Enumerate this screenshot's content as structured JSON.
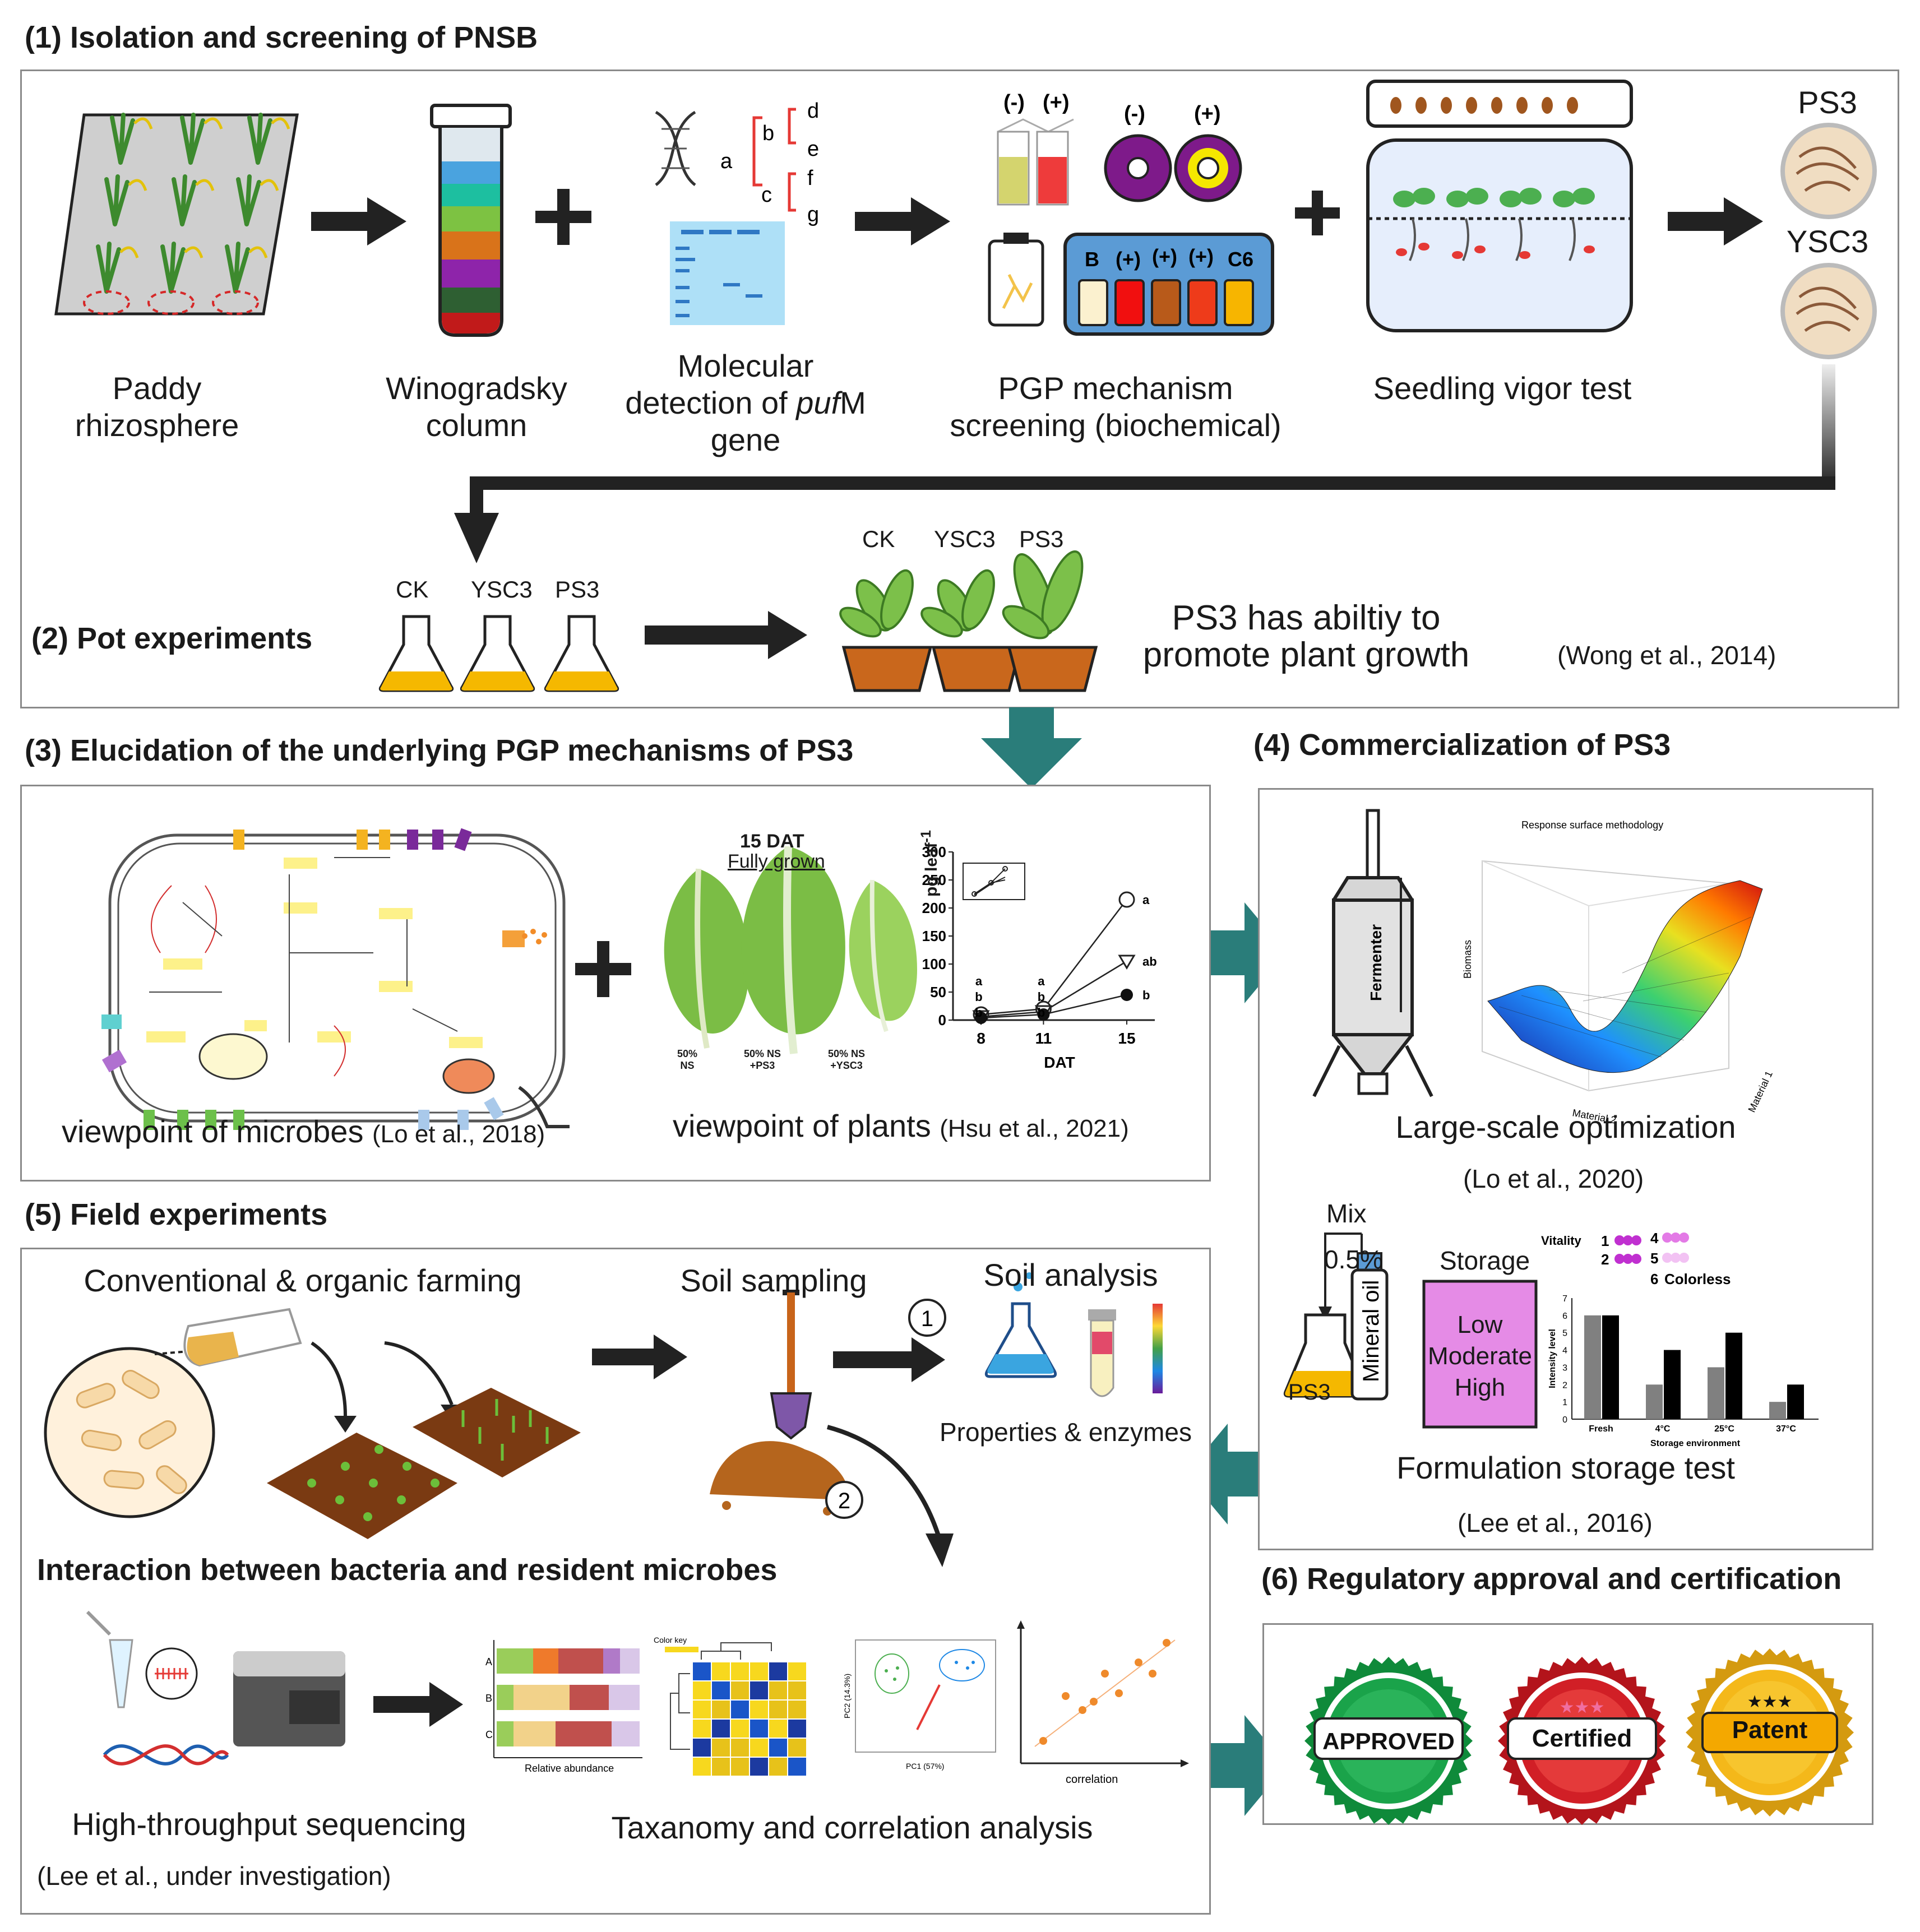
{
  "sections": {
    "s1": "(1) Isolation and screening of PNSB",
    "s2": "(2) Pot experiments",
    "s3": "(3) Elucidation of the underlying PGP mechanisms of PS3",
    "s4": "(4) Commercialization of PS3",
    "s5": "(5) Field experiments",
    "s6": "(6) Regulatory approval and certification"
  },
  "s1": {
    "paddy": [
      "Paddy",
      "rhizosphere"
    ],
    "wino": [
      "Winogradsky",
      "column"
    ],
    "molecular": {
      "l1": "Molecular",
      "l2a": "detection of ",
      "l2i": "puf",
      "l2b": "M",
      "l3": "gene"
    },
    "pgp": [
      "PGP mechanism",
      "screening (biochemical)"
    ],
    "seedling": "Seedling vigor test",
    "ps3": "PS3",
    "ysc3": "YSC3",
    "gene_letters": {
      "a": "a",
      "b": "b",
      "c": "c",
      "d": "d",
      "e": "e",
      "f": "f",
      "g": "g"
    },
    "signs": {
      "minus": "(-)",
      "plus": "(+)"
    },
    "plate": {
      "b": "B",
      "p1": "(+)",
      "p2": "(+)",
      "p3": "(+)",
      "c6": "C6"
    }
  },
  "s2": {
    "ck": "CK",
    "ysc3": "YSC3",
    "ps3": "PS3",
    "result": [
      "PS3 has abiltiy to",
      "promote plant growth"
    ],
    "cite": "(Wong et al., 2014)"
  },
  "s3": {
    "microbes": "viewpoint of microbes",
    "microbes_cite": "(Lo et al., 2018)",
    "plants": "viewpoint of plants",
    "plants_cite": "(Hsu et al., 2021)",
    "dat": "15 DAT",
    "fully": "Fully grown",
    "leaf1": [
      "50%",
      "NS"
    ],
    "leaf2": [
      "50% NS",
      "+PS3"
    ],
    "leaf3": [
      "50% NS",
      "+YSC3"
    ]
  },
  "s4": {
    "rsm_title": "Response surface methodology",
    "fermenter": "Fermenter",
    "large_scale": "Large-scale optimization",
    "cite1": "(Lo et al., 2020)",
    "mix": "Mix",
    "pct": "0.5%",
    "mineral": "Mineral oil",
    "ps3": "PS3",
    "storage": "Storage",
    "levels": [
      "Low",
      "Moderate",
      "High"
    ],
    "vitality": "Vitality",
    "colorless": "Colorless",
    "formulation": "Formulation storage test",
    "cite2": "(Lee et al., 2016)",
    "biomass": "Biomass",
    "material1": "Material 1",
    "material2": "Material 2"
  },
  "s5": {
    "farming": "Conventional & organic farming",
    "sampling": "Soil sampling",
    "analysis": "Soil analysis",
    "props": "Properties & enzymes",
    "n1": "1",
    "n2": "2",
    "interaction": "Interaction between bacteria and resident microbes",
    "hts": "High-throughput sequencing",
    "taxa": "Taxanomy and correlation analysis",
    "cite": "(Lee et al., under investigation)",
    "rel_abund": "Relative abundance",
    "correlation": "correlation",
    "rows": [
      "A",
      "B",
      "C"
    ],
    "pc1": "PC1 (57%)",
    "pc2": "PC2 (14.3%)",
    "color_key": "Color key"
  },
  "s6": {
    "approved": "APPROVED",
    "certified": "Certified",
    "patent": "Patent",
    "stars": "★★★"
  },
  "chart_data": [
    {
      "type": "line",
      "x": [
        8,
        11,
        15
      ],
      "xlabel": "DAT",
      "ylabel": "pg leaf-1",
      "ylim": [
        0,
        300
      ],
      "yticks": [
        0,
        50,
        100,
        150,
        200,
        250,
        300
      ],
      "series": [
        {
          "values": [
            10,
            20,
            215
          ],
          "marker": "circle-open",
          "labels": [
            "a",
            "a",
            "a"
          ]
        },
        {
          "values": [
            6,
            15,
            105
          ],
          "marker": "triangle-open",
          "labels": [
            "b",
            "b",
            "ab"
          ]
        },
        {
          "values": [
            4,
            10,
            45
          ],
          "marker": "circle-filled",
          "labels": [
            "b",
            "b",
            "b"
          ]
        }
      ]
    },
    {
      "type": "bar",
      "categories": [
        "Fresh",
        "4°C",
        "25°C",
        "37°C"
      ],
      "xlabel": "Storage environment",
      "ylabel": "Intensity level",
      "ylim": [
        0,
        7
      ],
      "series": [
        {
          "color": "#808080",
          "values": [
            6,
            2,
            3,
            1
          ]
        },
        {
          "color": "#000000",
          "values": [
            6,
            4,
            5,
            2
          ]
        }
      ]
    }
  ]
}
